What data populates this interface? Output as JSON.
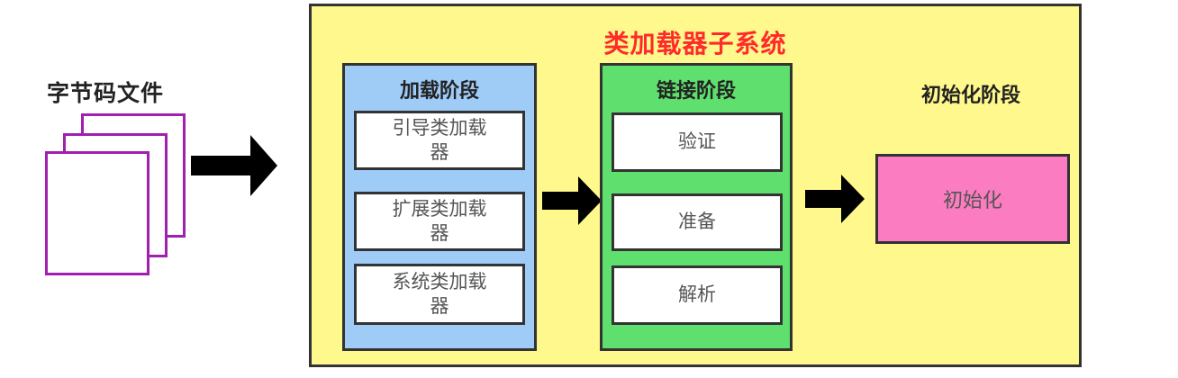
{
  "files": {
    "label": "字节码文件"
  },
  "subsystem": {
    "title": "类加载器子系统",
    "title_color": "#ff2a2a",
    "background_color": "#fff98d"
  },
  "loading_stage": {
    "title": "加载阶段",
    "color": "#9fcbf7",
    "steps": [
      {
        "label": "引导类加载器"
      },
      {
        "label": "扩展类加载器"
      },
      {
        "label": "系统类加载器"
      }
    ]
  },
  "linking_stage": {
    "title": "链接阶段",
    "color": "#5fdf6e",
    "steps": [
      {
        "label": "验证"
      },
      {
        "label": "准备"
      },
      {
        "label": "解析"
      }
    ]
  },
  "init_stage": {
    "title": "初始化阶段",
    "box_label": "初始化",
    "color": "#fb7cc0"
  }
}
